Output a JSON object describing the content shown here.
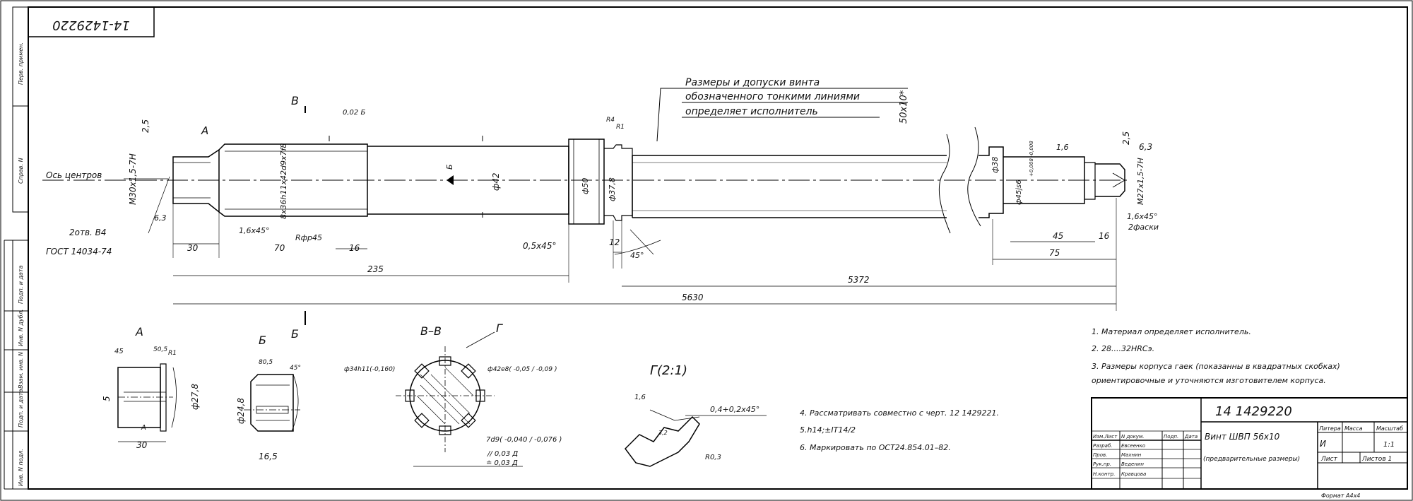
{
  "stamp_number_mirrored": "14-1429220",
  "side_labels": [
    "Перв. примен.",
    "Справ. N",
    "Подп. и дата",
    "Инв. N дубл.",
    "Взам. инв. N",
    "Подп. и дата",
    "Инв. N подл."
  ],
  "callout": {
    "line1": "Размеры и допуски винта",
    "line2": "обозначенного тонкими линиями",
    "line3": "определяет исполнитель"
  },
  "main_view": {
    "label_v": "В",
    "label_a": "А",
    "tol_top": "0,02 Б",
    "dim_2_5_left": "2,5",
    "thread_left": "М30х1,5-7Н",
    "axis_label": "Ось центров",
    "holes": "2отв. В4",
    "gost": "ГОСТ 14034-74",
    "roughness_6_3": "6,3",
    "spline": "8х36h11х42d9х7f8",
    "chamfer_1": "1,6х45°",
    "rfr": "Rфр45",
    "dim_30": "30",
    "dim_70": "70",
    "dim_16": "16",
    "dim_235": "235",
    "marker_b": "Б",
    "dia_42": "ф42",
    "dia_50": "ф50",
    "dia_37_8": "ф37,8",
    "r1": "R1",
    "r_small": "R4",
    "chamfer_05": "0,5х45°",
    "dim_12": "12",
    "angle_45": "45°",
    "dim_5372": "5372",
    "dim_5630": "5630",
    "dim_50x10": "50х10*",
    "right_dia_38": "ф38",
    "right_dia_45js6": "ф45js6",
    "right_tol": "+0,008 -0,008",
    "right_rough": "1,6",
    "right_2_5": "2,5",
    "right_6_3": "6,3",
    "right_thread": "М27х1,5-7Н",
    "right_chamfer": "1,6х45°",
    "right_chamfer_2": "2фаски",
    "dim_45": "45",
    "dim_16_r": "16",
    "dim_75": "75",
    "label_b_bottom": "Б"
  },
  "view_a": {
    "title": "А",
    "dim_45": "45",
    "dim_50_5": "50,5",
    "r1": "R1",
    "dia": "ф27,8",
    "dim_5": "5",
    "dim_30": "30",
    "a_mark": "А"
  },
  "view_b": {
    "title": "Б",
    "dim_80_5": "80,5",
    "dim_45": "45°",
    "dia": "ф24,8",
    "dim_16_5": "16,5"
  },
  "section_vv": {
    "title": "В–В",
    "callout_g": "Г",
    "left_label": "ф34h11(-0,160)",
    "right_label": "ф42e8( -0,05 / -0,09 )",
    "bottom_label": "7d9( -0,040 / -0,076 )",
    "par": "// 0,03 Д",
    "sym": "≐ 0,03 Д"
  },
  "detail_g": {
    "title": "Г(2:1)",
    "rough": "1,6",
    "chamfer": "0,4+0,2х45°",
    "r": "R0,3",
    "r2": "3,2"
  },
  "notes": {
    "n1": "1. Материал определяет исполнитель.",
    "n2": "2. 28....32HRCэ.",
    "n3a": "3. Размеры корпуса гаек (показанны в квадратных скобках)",
    "n3b": "ориентировочные и уточняются изготовителем корпуса.",
    "n4": "4. Рассматривать совместно с черт. 12 1429221.",
    "n5": "5.h14;±IT14/2",
    "n6": "6. Маркировать по ОСТ24.854.01–82."
  },
  "title_block": {
    "doc_number": "14 1429220",
    "part_name": "Винт ШВП 56х10",
    "part_sub": "(предварительные размеры)",
    "col_lit": "Литера",
    "col_mass": "Масса",
    "col_scale": "Масштаб",
    "scale": "1:1",
    "lit": "И",
    "sheet": "Лист",
    "sheets": "Листов 1",
    "rows": [
      {
        "role": "Изм.Лист",
        "name": "N докум.",
        "sign": "Подп.",
        "date": "Дата"
      },
      {
        "role": "Разраб.",
        "name": "Евсеенко"
      },
      {
        "role": "Пров.",
        "name": "Махнин"
      },
      {
        "role": "Рук.пр.",
        "name": "Веденин"
      },
      {
        "role": "Н.контр.",
        "name": "Кравцова"
      }
    ],
    "format": "Формат А4х4"
  }
}
